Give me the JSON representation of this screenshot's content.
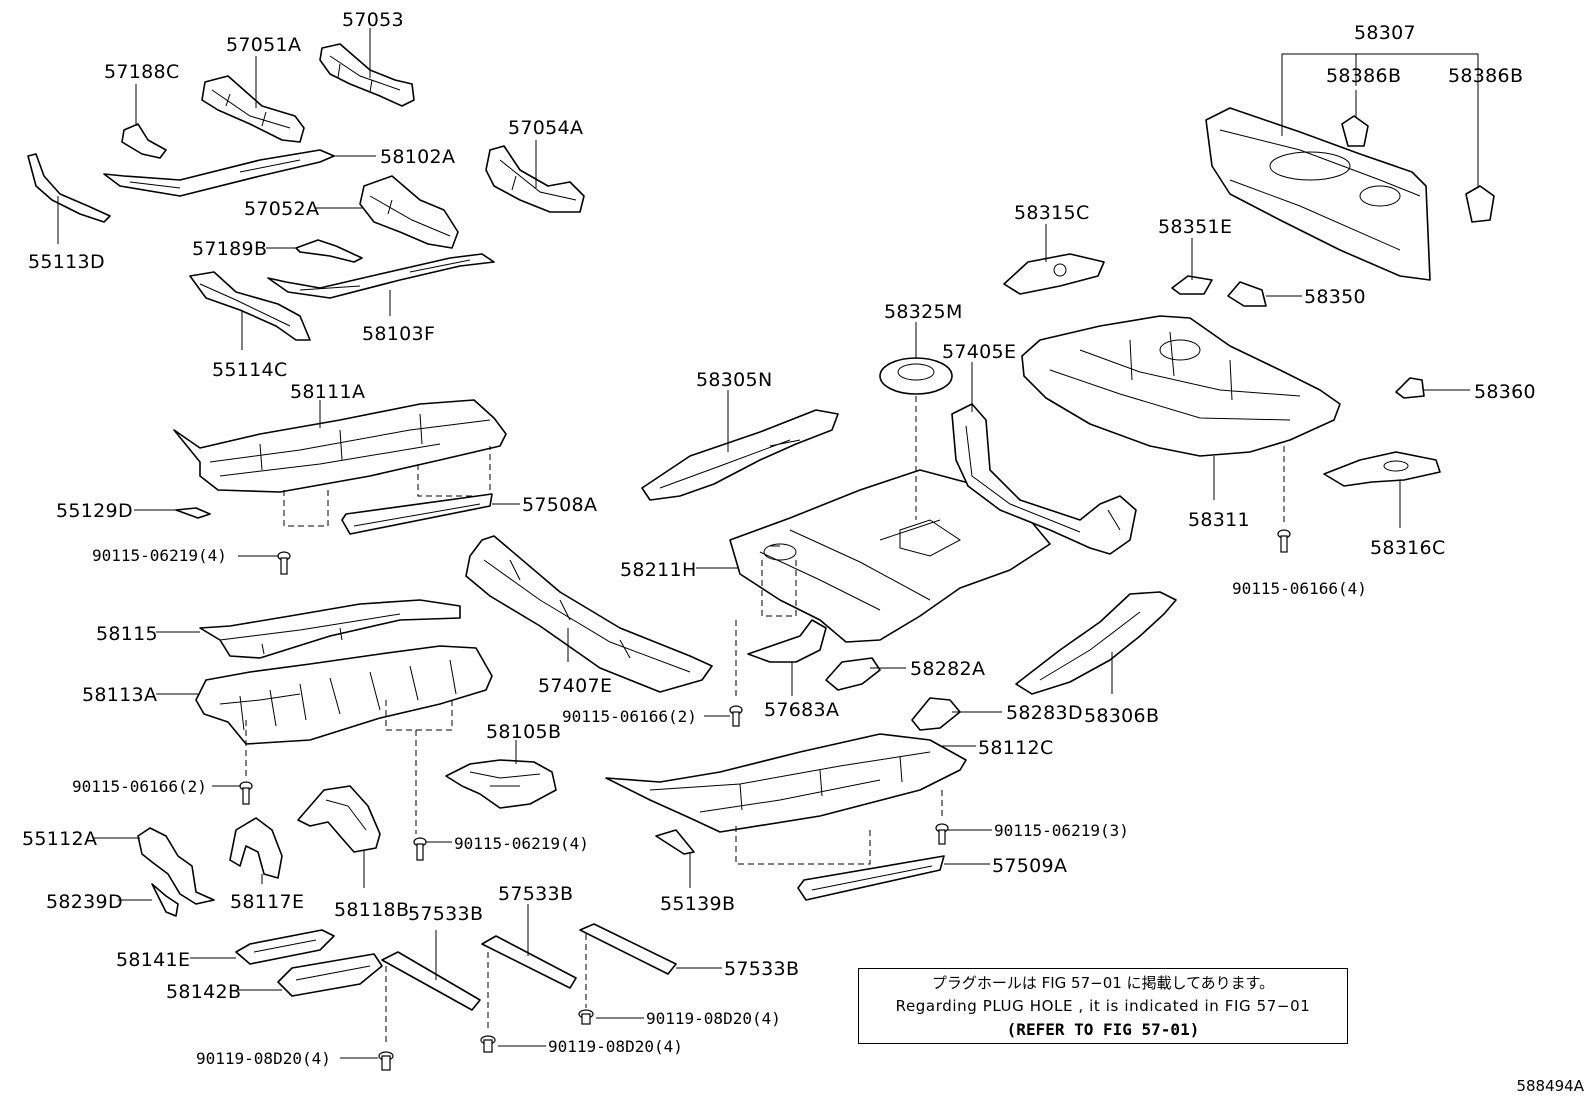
{
  "figure_id": "588494A",
  "note": {
    "line_jp": "プラグホールは FIG 57−01 に掲載してあります。",
    "line_en": "Regarding  PLUG  HOLE , it is indicated in FIG  57−01",
    "line_ref": "(REFER TO FIG 57-01)"
  },
  "labels": {
    "l57053": "57053",
    "l57051A": "57051A",
    "l57188C": "57188C",
    "l58102A": "58102A",
    "l57054A": "57054A",
    "l57052A": "57052A",
    "l55113D": "55113D",
    "l57189B": "57189B",
    "l58103F": "58103F",
    "l55114C": "55114C",
    "l58111A": "58111A",
    "l55129D": "55129D",
    "l57508A": "57508A",
    "l90115_06219_4a": "90115-06219(4)",
    "l58115": "58115",
    "l58113A": "58113A",
    "l57407E": "57407E",
    "l58105B": "58105B",
    "l90115_06166_2a": "90115-06166(2)",
    "l90115_06219_4b": "90115-06219(4)",
    "l55112A": "55112A",
    "l58239D": "58239D",
    "l58117E": "58117E",
    "l58118B": "58118B",
    "l57533B_a": "57533B",
    "l57533B_b": "57533B",
    "l57533B_c": "57533B",
    "l58141E": "58141E",
    "l58142B": "58142B",
    "l90119_08D20_4a": "90119-08D20(4)",
    "l90119_08D20_4b": "90119-08D20(4)",
    "l90119_08D20_4c": "90119-08D20(4)",
    "l58305N": "58305N",
    "l58211H": "58211H",
    "l90115_06166_2b": "90115-06166(2)",
    "l57683A": "57683A",
    "l58282A": "58282A",
    "l58283D": "58283D",
    "l58306B": "58306B",
    "l58112C": "58112C",
    "l55139B": "55139B",
    "l90115_06219_3": "90115-06219(3)",
    "l57509A": "57509A",
    "l58325M": "58325M",
    "l57405E": "57405E",
    "l58315C": "58315C",
    "l58351E": "58351E",
    "l58350": "58350",
    "l58307": "58307",
    "l58386B_a": "58386B",
    "l58386B_b": "58386B",
    "l58360": "58360",
    "l58311": "58311",
    "l58316C": "58316C",
    "l90115_06166_4": "90115-06166(4)"
  }
}
